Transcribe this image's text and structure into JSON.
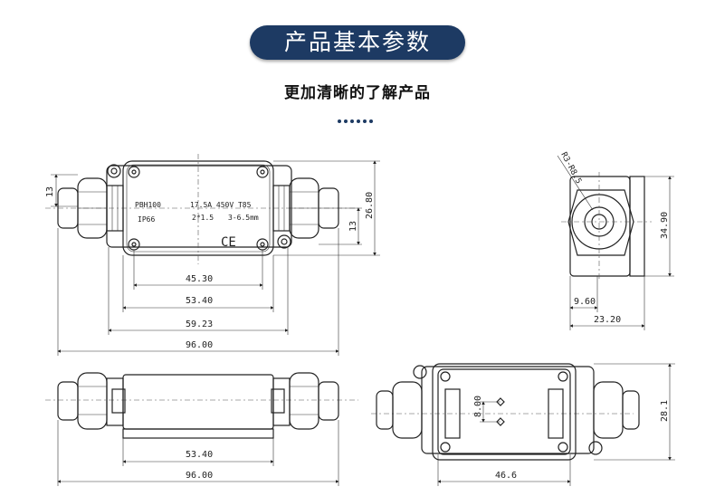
{
  "header": {
    "title": "产品基本参数",
    "subtitle": "更加清晰的了解产品"
  },
  "colors": {
    "banner": "#1d3a63",
    "line": "#222222"
  },
  "front_view": {
    "label_model": "PBH100",
    "label_rating": "17.5A 450V T85",
    "label_ip": "IP66",
    "label_wire": "2*1.5",
    "label_cable": "3-6.5mm",
    "mark": "CE",
    "dims": {
      "w_inner": "45.30",
      "w_box": "53.40",
      "w_flange": "59.23",
      "w_total": "96.00",
      "h_box": "26.80",
      "h_gland_left": "13",
      "h_gland_right": "13"
    }
  },
  "side_view": {
    "dims": {
      "radius": "R3-R8.5",
      "height": "34.90",
      "depth_small": "9.60",
      "depth_total": "23.20"
    }
  },
  "bottom_view": {
    "dims": {
      "w_box": "53.40",
      "w_total": "96.00"
    }
  },
  "open_view": {
    "dims": {
      "spacing": "8.00",
      "height": "28.1",
      "width": "46.6"
    }
  }
}
